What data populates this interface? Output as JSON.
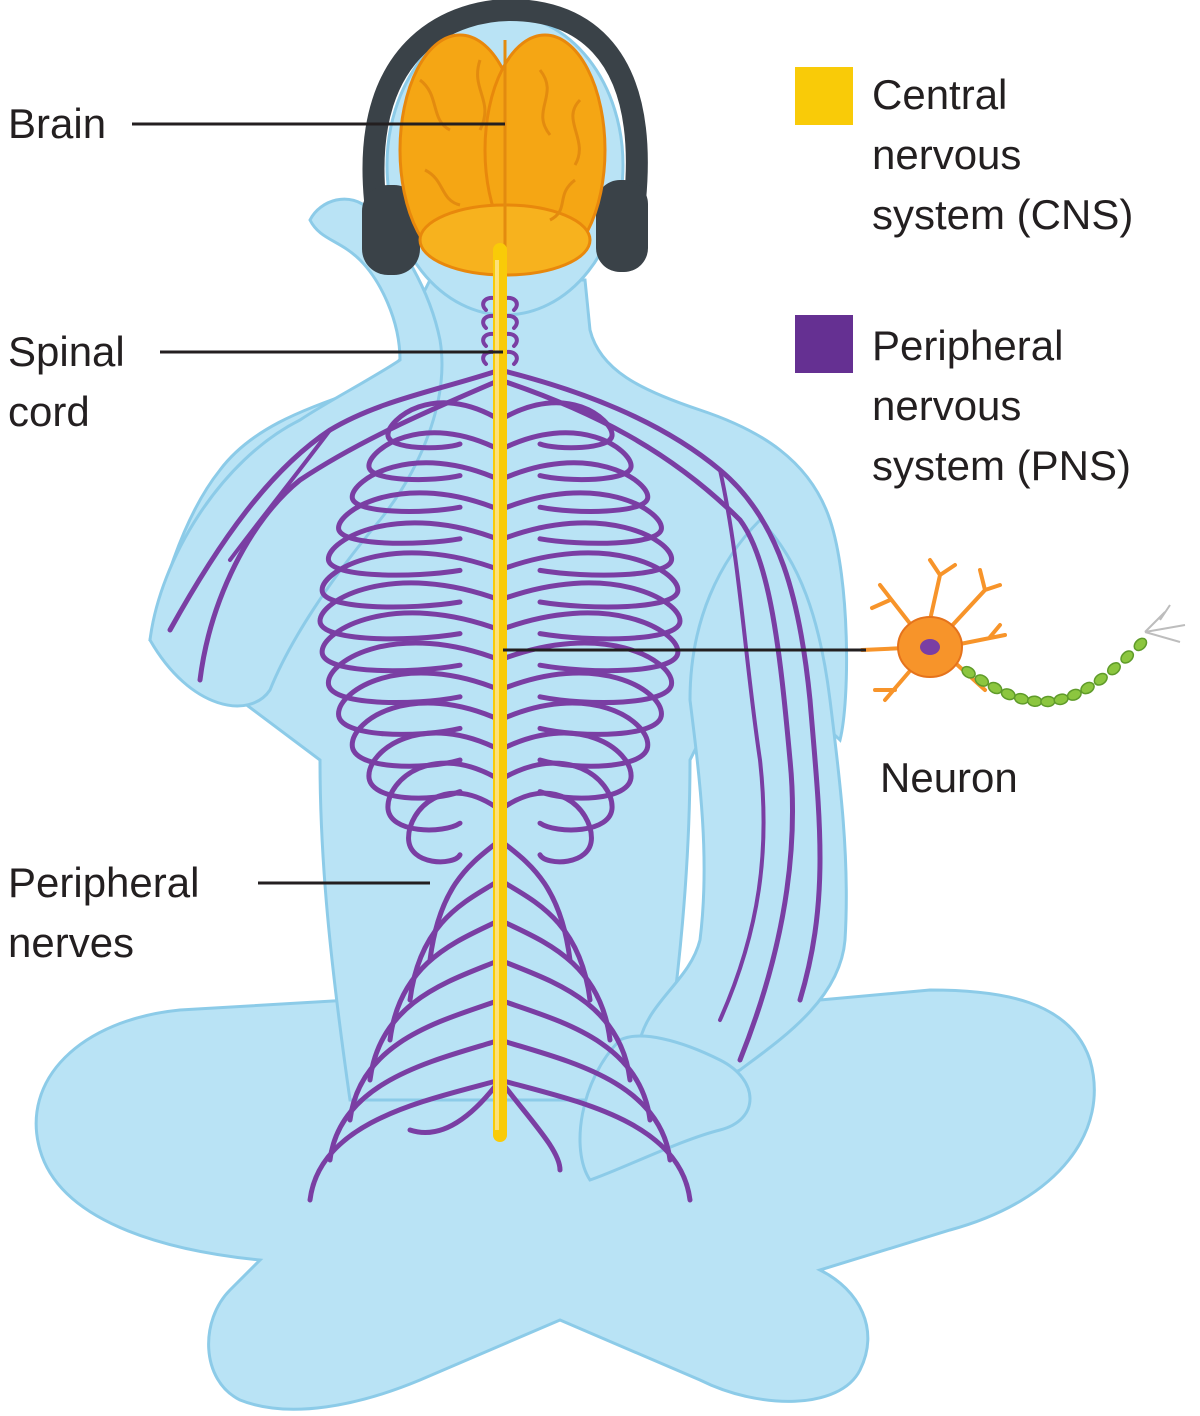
{
  "labels": {
    "brain": "Brain",
    "spinal_cord": [
      "Spinal",
      "cord"
    ],
    "peripheral_nerves": [
      "Peripheral",
      "nerves"
    ],
    "neuron": "Neuron"
  },
  "legend": [
    {
      "lines": [
        "Central",
        "nervous",
        "system (CNS)"
      ],
      "color": "#f9cb08"
    },
    {
      "lines": [
        "Peripheral",
        "nervous",
        "system (PNS)"
      ],
      "color": "#653092"
    }
  ],
  "colors": {
    "body": "#b9e3f5",
    "body_outline": "#8ccbe8",
    "cns": "#f9cb08",
    "brain": "#f5a614",
    "pns": "#7a3ea3",
    "leader": "#231f20",
    "headphones": "#3a4248",
    "neuron_body": "#f7942a",
    "axon": "#8cc63f"
  }
}
